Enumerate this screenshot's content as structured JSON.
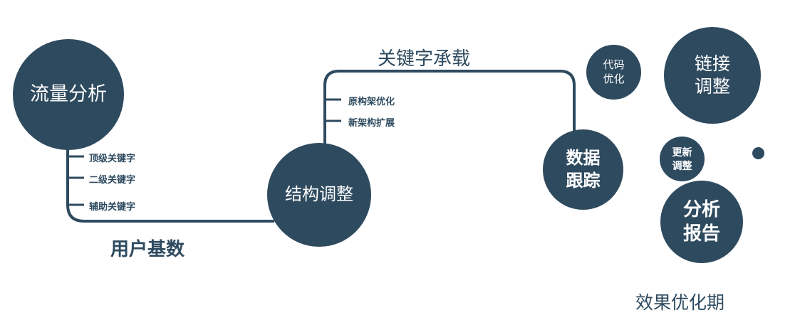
{
  "colors": {
    "navy": "#2e4a5f"
  },
  "nodes": {
    "traffic": {
      "label": "流量分析"
    },
    "structure": {
      "label": "结构调整"
    },
    "tracking": {
      "line1": "数据",
      "line2": "跟踪"
    },
    "code_opt": {
      "line1": "代码",
      "line2": "优化"
    },
    "link_adjust": {
      "line1": "链接",
      "line2": "调整"
    },
    "update_adjust": {
      "line1": "更新",
      "line2": "调整"
    },
    "report": {
      "line1": "分析",
      "line2": "报告"
    }
  },
  "edge_labels": {
    "keyword_carry": "关键字承载",
    "user_base": "用户基数"
  },
  "left_ticks": [
    "顶级关键字",
    "二级关键字",
    "辅助关键字"
  ],
  "mid_ticks": [
    "原构架优化",
    "新架构扩展"
  ],
  "footer_label": "效果优化期"
}
